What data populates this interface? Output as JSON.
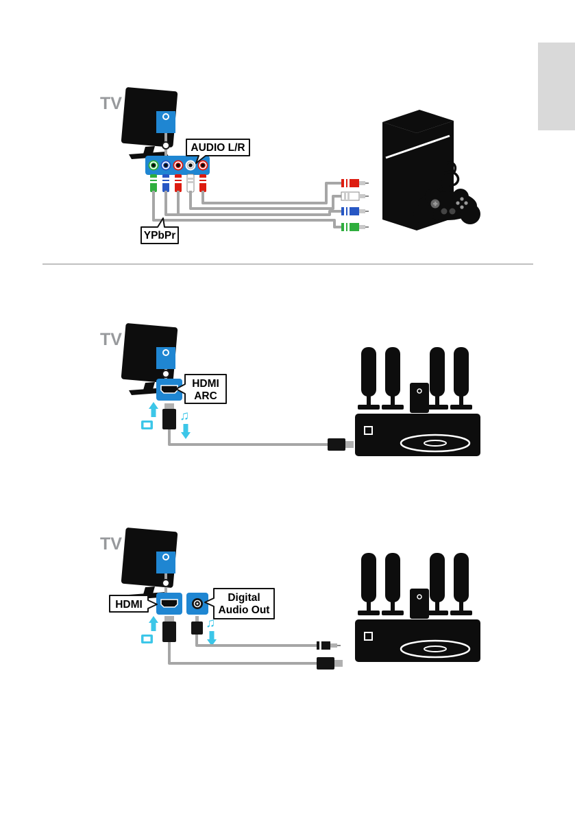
{
  "page": {
    "background": "#ffffff"
  },
  "colors": {
    "blue": "#1f86d2",
    "cyan": "#3cc6e8",
    "green": "#2fae3e",
    "red": "#dd1c10",
    "cable": "#a6a6a6",
    "tvgray": "#97999c",
    "black": "#0d0d0d",
    "tab": "#d9d9d9"
  },
  "icons": {
    "music_notes": "♫"
  },
  "diagrams": {
    "game_console": {
      "tv_label": "TV",
      "audio_callout": "AUDIO L/R",
      "ypbpr_callout": "YPbPr"
    },
    "home_theatre_arc": {
      "tv_label": "TV",
      "callout_line1": "HDMI",
      "callout_line2": "ARC"
    },
    "home_theatre_digital": {
      "tv_label": "TV",
      "hdmi_callout": "HDMI",
      "digital_callout_line1": "Digital",
      "digital_callout_line2": "Audio Out"
    }
  }
}
